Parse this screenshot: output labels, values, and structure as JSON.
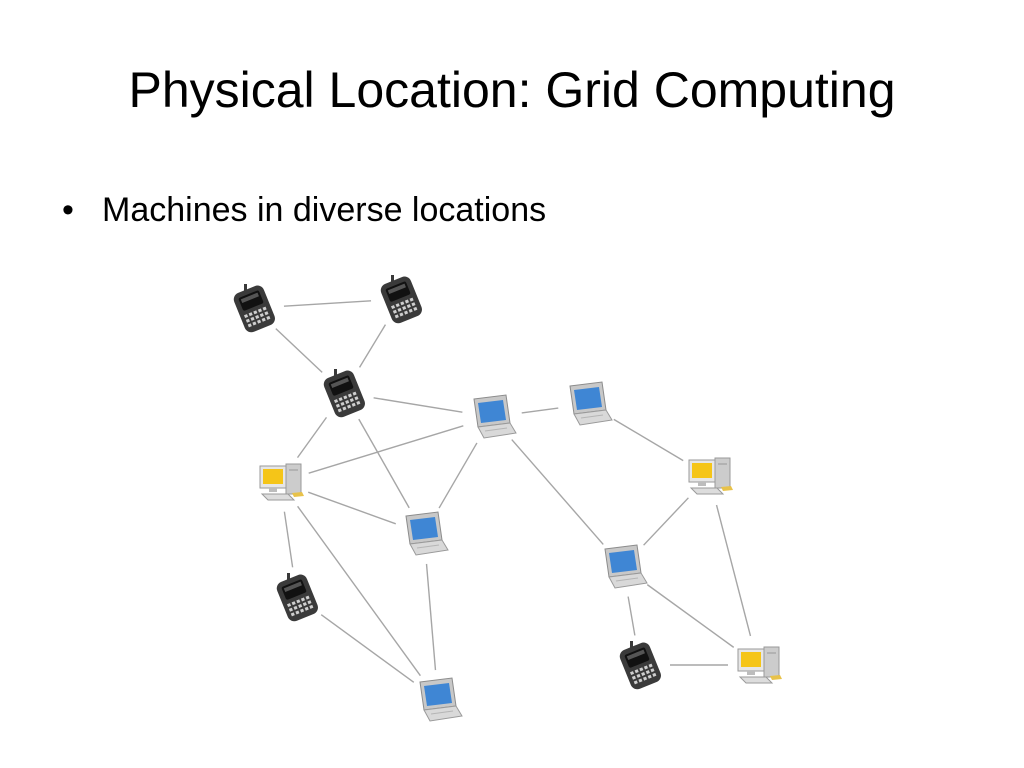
{
  "slide": {
    "title": "Physical Location: Grid Computing",
    "bullet_glyph": "•",
    "bullets": [
      "Machines in diverse locations"
    ]
  },
  "network": {
    "colors": {
      "edge": "#a6a6a6",
      "phone_body": "#3a3a3a",
      "laptop_screen": "#3f86d4",
      "desktop_screen": "#f5c518",
      "chassis": "#d9d9d9"
    },
    "nodes": [
      {
        "id": "phone-1",
        "kind": "phone-icon"
      },
      {
        "id": "phone-2",
        "kind": "phone-icon"
      },
      {
        "id": "phone-3",
        "kind": "phone-icon"
      },
      {
        "id": "laptop-1",
        "kind": "laptop-icon"
      },
      {
        "id": "laptop-2",
        "kind": "laptop-icon"
      },
      {
        "id": "desktop-1",
        "kind": "desktop-icon"
      },
      {
        "id": "desktop-2",
        "kind": "desktop-icon"
      },
      {
        "id": "laptop-3",
        "kind": "laptop-icon"
      },
      {
        "id": "laptop-4",
        "kind": "laptop-icon"
      },
      {
        "id": "phone-4",
        "kind": "phone-icon"
      },
      {
        "id": "laptop-5",
        "kind": "laptop-icon"
      },
      {
        "id": "phone-5",
        "kind": "phone-icon"
      },
      {
        "id": "desktop-3",
        "kind": "desktop-icon"
      }
    ],
    "edges": [
      [
        "phone-1",
        "phone-2"
      ],
      [
        "phone-1",
        "phone-3"
      ],
      [
        "phone-2",
        "phone-3"
      ],
      [
        "phone-3",
        "laptop-1"
      ],
      [
        "phone-3",
        "desktop-1"
      ],
      [
        "phone-3",
        "laptop-3"
      ],
      [
        "laptop-1",
        "laptop-2"
      ],
      [
        "laptop-1",
        "desktop-1"
      ],
      [
        "laptop-1",
        "laptop-3"
      ],
      [
        "laptop-1",
        "laptop-4"
      ],
      [
        "laptop-2",
        "desktop-2"
      ],
      [
        "desktop-1",
        "laptop-3"
      ],
      [
        "desktop-1",
        "phone-4"
      ],
      [
        "desktop-1",
        "laptop-5"
      ],
      [
        "laptop-3",
        "laptop-5"
      ],
      [
        "phone-4",
        "laptop-5"
      ],
      [
        "laptop-4",
        "desktop-2"
      ],
      [
        "laptop-4",
        "phone-5"
      ],
      [
        "laptop-4",
        "desktop-3"
      ],
      [
        "desktop-2",
        "desktop-3"
      ],
      [
        "phone-5",
        "desktop-3"
      ]
    ]
  }
}
